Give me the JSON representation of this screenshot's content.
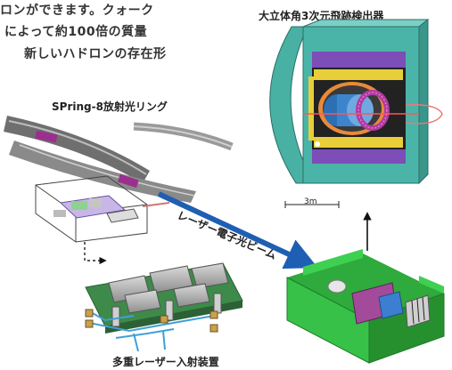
{
  "body_text": [
    "ロンができます。クォーク",
    "によって約100倍の質量",
    "新しいハドロンの存在形"
  ],
  "labels": {
    "spring8": "SPring-8放射光リング",
    "detector": "大立体角3次元飛跡検出器",
    "laser_beam": "レーザー電子光ビーム",
    "laser_injector": "多重レーザー入射装置",
    "scale": "3m"
  },
  "colors": {
    "beam_arrow": "#1f5fb3",
    "iron_yoke": "#4bb4a8",
    "coil_yellow": "#e8cf3a",
    "hodoscope_magenta": "#9b2f8f",
    "platform_green": "#2faa3c"
  }
}
